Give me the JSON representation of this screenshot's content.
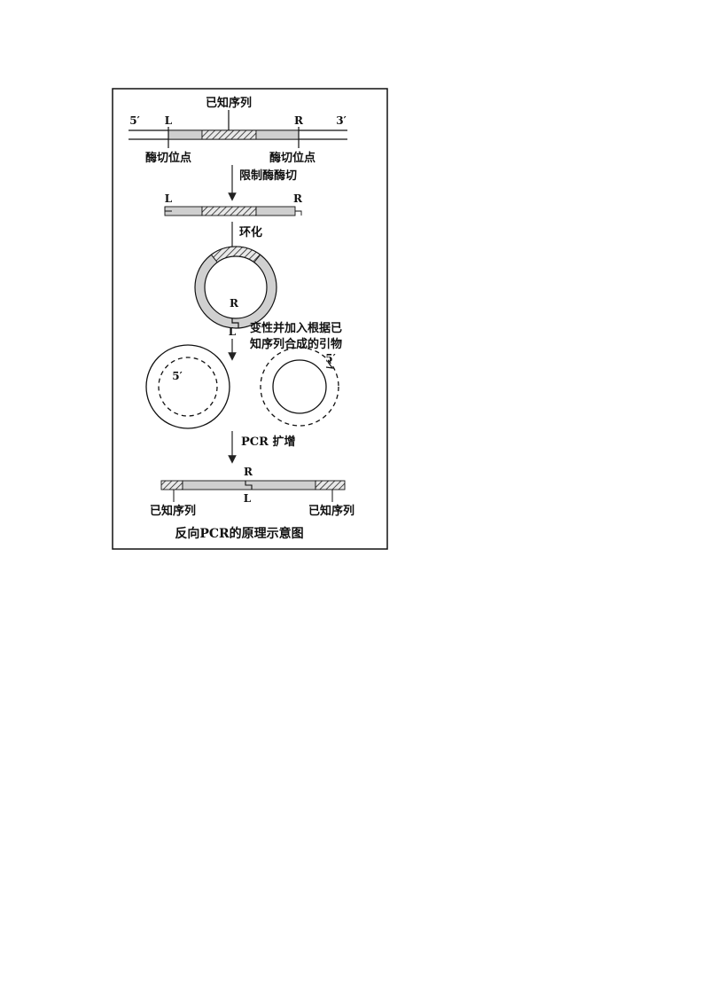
{
  "diagram": {
    "top_label": "已知序列",
    "end_5": "5′",
    "end_3": "3′",
    "site_l": "L",
    "site_r": "R",
    "cut_site_left": "酶切位点",
    "cut_site_right": "酶切位点",
    "step1": "限制酶酶切",
    "frag_l": "L",
    "frag_r": "R",
    "step2": "环化",
    "ring_r": "R",
    "ring_l": "L",
    "step3_line1": "变性并加入根据已",
    "step3_line2": "知序列合成的引物",
    "primer_left": "5′",
    "primer_right": "5′",
    "step4": "PCR 扩增",
    "product_r": "R",
    "product_l": "L",
    "known_left": "已知序列",
    "known_right": "已知序列",
    "caption": "反向PCR的原理示意图"
  }
}
